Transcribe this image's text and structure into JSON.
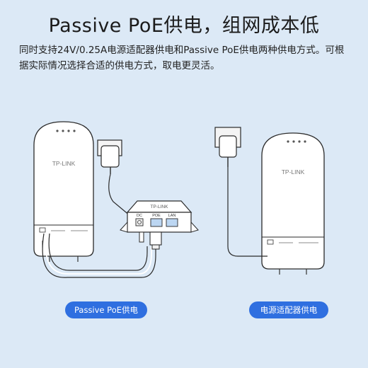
{
  "title": "Passive PoE供电，组网成本低",
  "description": "同时支持24V/0.25A电源适配器供电和Passive PoE供电两种供电方式。可根据实际情况选择合适的供电方式，取电更灵活。",
  "devices": {
    "left_ap_brand": "TP-LINK",
    "right_ap_brand": "TP-LINK",
    "injector_brand": "TP-LINK",
    "injector_ports": [
      "DC",
      "POE",
      "LAN"
    ]
  },
  "labels": {
    "left": "Passive PoE供电",
    "right": "电源适配器供电"
  }
}
